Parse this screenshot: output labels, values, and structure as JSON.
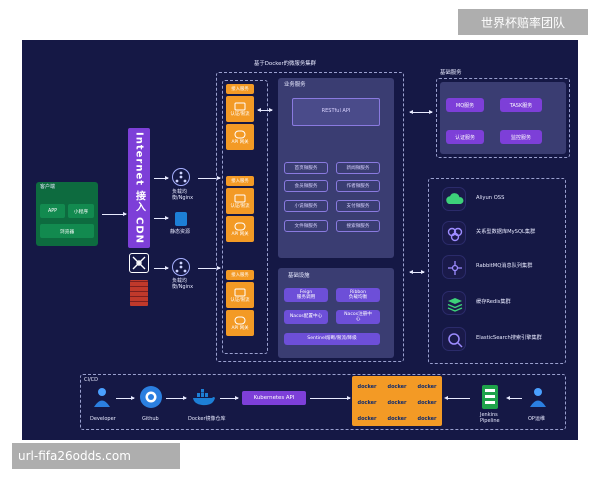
{
  "watermark_top": "世界杯赔率团队",
  "watermark_bottom": "url-fifa26odds.com",
  "clients": {
    "title": "客户端",
    "app": "APP",
    "miniprogram": "小程序",
    "browser": "浏览器"
  },
  "cdn": {
    "label": "Internet 接入 CDN"
  },
  "lb1": {
    "label1": "负载均",
    "label2": "衡/Nginx"
  },
  "static_res": {
    "label": "静态资源"
  },
  "lb2": {
    "label1": "负载均",
    "label2": "衡/Nginx"
  },
  "cluster": {
    "title": "基于Docker的微服务集群",
    "gateways": [
      {
        "access": "接入服务",
        "auth": "认证/限流",
        "api": "API 网关"
      },
      {
        "access": "接入服务",
        "auth": "认证/限流",
        "api": "API 网关"
      },
      {
        "access": "接入服务",
        "auth": "认证/限流",
        "api": "API 网关"
      }
    ],
    "business": {
      "title": "业务服务",
      "restful": "RESTful API",
      "services": [
        "首页微服务",
        "新闻微服务",
        "会员微服务",
        "作者微服务",
        "小说微服务",
        "支付微服务",
        "文件微服务",
        "搜索微服务"
      ]
    },
    "infra": {
      "title": "基础设施",
      "feign": [
        "Feign",
        "服务调用"
      ],
      "ribbon": [
        "Ribbon",
        "负载均衡"
      ],
      "nacos_config": "Nacos配置中心",
      "nacos_reg": [
        "Nacos注册中",
        "心"
      ],
      "sentinel": "Sentinel熔断/限流/降级"
    }
  },
  "base_services": {
    "title": "基础服务",
    "items": [
      "MQ服务",
      "TASK服务",
      "认证服务",
      "监控服务"
    ]
  },
  "middleware": {
    "items": [
      "Aliyun OSS",
      "关系型数据库MySQL集群",
      "RabbitMQ消息队列集群",
      "缓存Redis集群",
      "ElasticSearch搜索引擎集群"
    ]
  },
  "cicd": {
    "title": "CI/CD",
    "developer": "Developer",
    "github": "Github",
    "docker_repo": "Docker镜像仓库",
    "k8s": "Kubernetes API",
    "docker": "docker",
    "jenkins": "Jenkins",
    "pipeline": "Pipeline",
    "ops": "OP运维"
  },
  "colors": {
    "background": "#151845",
    "orange": "#f39a25",
    "purple": "#7d3fd8",
    "green": "#128a4f",
    "docker_blue": "#1d7fd6"
  }
}
